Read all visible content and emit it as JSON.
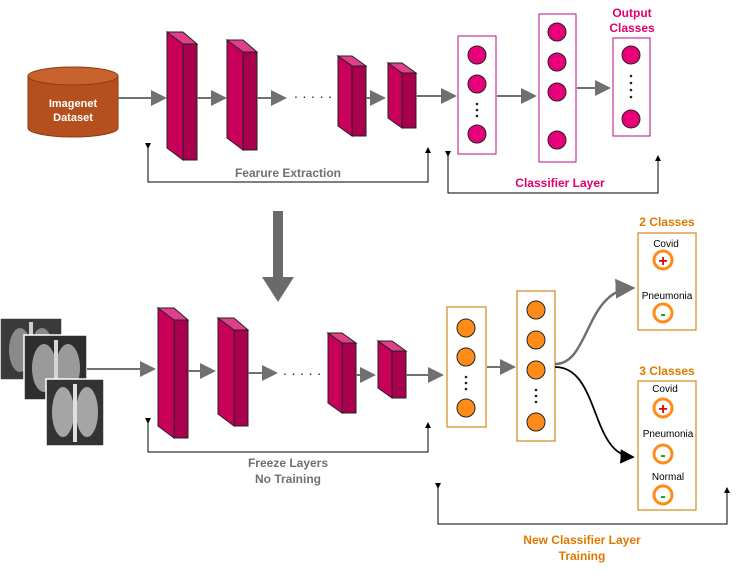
{
  "top": {
    "dataset_label_line1": "Imagenet",
    "dataset_label_line2": "Dataset",
    "dots": "· · · · ·",
    "output_label_line1": "Output",
    "output_label_line2": "Classes",
    "feature_label": "Fearure Extraction",
    "classifier_label": "Classifier Layer"
  },
  "bottom": {
    "dots": "· · · · ·",
    "freeze_line1": "Freeze Layers",
    "freeze_line2": "No Training",
    "new_classifier_line1": "New Classifier Layer",
    "new_classifier_line2": "Training",
    "two_classes": {
      "title": "2 Classes",
      "items": [
        "Covid",
        "Pneumonia"
      ]
    },
    "three_classes": {
      "title": "3 Classes",
      "items": [
        "Covid",
        "Pneumonia",
        "Normal"
      ]
    },
    "plus_symbol": "+",
    "minus_symbol": "-"
  },
  "colors": {
    "magenta": "#c8005a",
    "magenta_dark": "#8a003e",
    "pink_node": "#e8007a",
    "box_border": "#c0369a",
    "orange": "#ff8c1a",
    "orange_border": "#d08a1a",
    "title_orange": "#e07800",
    "classifier_pink": "#e0006e",
    "gray_arrow": "#707070"
  }
}
